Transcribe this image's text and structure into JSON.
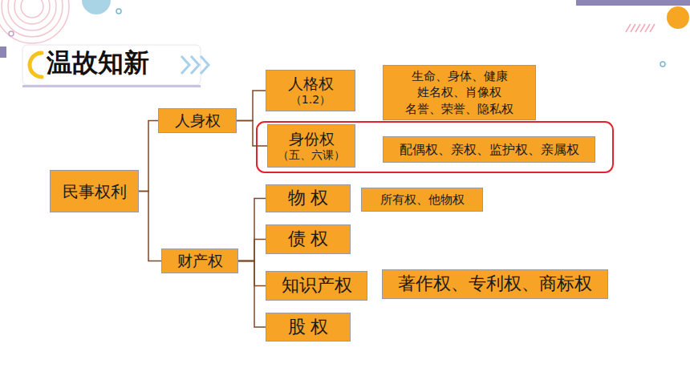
{
  "diagram": {
    "title": "温故知新",
    "nodes": [
      {
        "text": [
          "民事权利"
        ]
      },
      {
        "text": [
          "人身权"
        ]
      },
      {
        "text": [
          "人格权",
          "（1.2）"
        ]
      },
      {
        "text": [
          "生命、身体、健康 姓名权、肖像权 名誉、荣誉、隐私权"
        ]
      },
      {
        "text": [
          "身份权",
          "（五、六课）"
        ]
      },
      {
        "text": [
          "配偶权、亲权、监护权、亲属权"
        ]
      },
      {
        "text": [
          "财产权"
        ]
      },
      {
        "text": [
          "物 权"
        ]
      },
      {
        "text": [
          "所有权、他物权"
        ]
      },
      {
        "text": [
          "债 权"
        ]
      },
      {
        "text": [
          "知识产权"
        ]
      },
      {
        "text": [
          "著作权、专利权、商标权"
        ]
      },
      {
        "text": [
          "股 权"
        ]
      }
    ],
    "edges": [
      {
        "from": 0,
        "to": 1,
        "arrow": "none"
      },
      {
        "from": 0,
        "to": 6,
        "arrow": "none"
      },
      {
        "from": 1,
        "to": 2,
        "arrow": "none"
      },
      {
        "from": 1,
        "to": 4,
        "arrow": "none"
      },
      {
        "from": 6,
        "to": 7,
        "arrow": "none"
      },
      {
        "from": 6,
        "to": 9,
        "arrow": "none"
      },
      {
        "from": 6,
        "to": 10,
        "arrow": "none"
      },
      {
        "from": 6,
        "to": 12,
        "arrow": "none"
      }
    ]
  }
}
